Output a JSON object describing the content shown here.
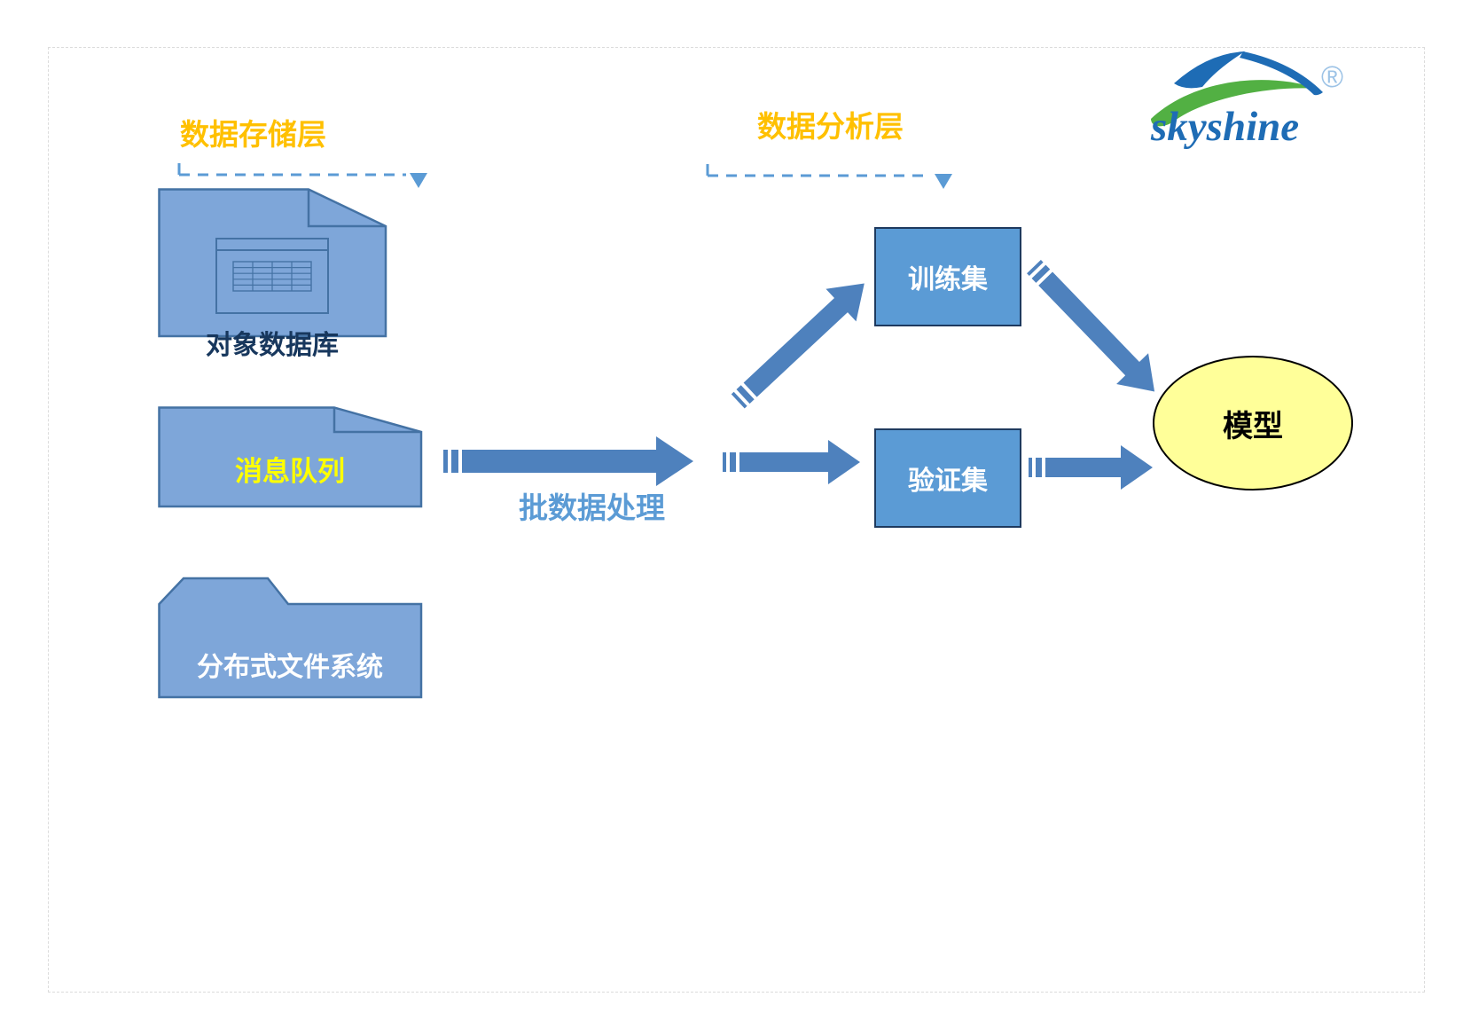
{
  "page": {
    "background": "#FFFFFF",
    "border_color": "#DCDCDC"
  },
  "logo": {
    "text": "skyshine",
    "registered_mark": "®",
    "text_color": "#1E6CB5",
    "swoosh_green": "#52B043",
    "registered_color": "#9DC3E6"
  },
  "layers": {
    "storage": {
      "label": "数据存储层",
      "color": "#FFC000"
    },
    "analysis": {
      "label": "数据分析层",
      "color": "#FFC000"
    }
  },
  "nodes": {
    "object_database": {
      "label": "对象数据库",
      "shape": "document",
      "fill": "#7EA6D9",
      "label_color": "#17375D"
    },
    "message_queue": {
      "label": "消息队列",
      "shape": "document",
      "fill": "#7EA6D9",
      "label_color": "#FFFF00"
    },
    "distributed_file_system": {
      "label": "分布式文件系统",
      "shape": "folder",
      "fill": "#7EA6D9",
      "label_color": "#FFFFFF"
    },
    "training_set": {
      "label": "训练集",
      "shape": "rectangle",
      "fill": "#5B9BD5",
      "label_color": "#FFFFFF"
    },
    "validation_set": {
      "label": "验证集",
      "shape": "rectangle",
      "fill": "#5B9BD5",
      "label_color": "#FFFFFF"
    },
    "model": {
      "label": "模型",
      "shape": "ellipse",
      "fill": "#FFFF99",
      "label_color": "#000000"
    }
  },
  "edges": {
    "batch_processing": {
      "label": "批数据处理",
      "label_color": "#5B9BD5"
    }
  },
  "colors": {
    "arrow": "#4E81BD",
    "connector_dashed": "#5B9BD5",
    "shape_border": "#4472A4",
    "box_border": "#1E3A5F"
  }
}
